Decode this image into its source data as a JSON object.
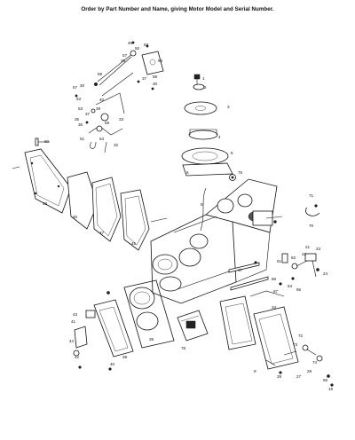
{
  "header": {
    "text": "Order by Part Number and Name, giving Motor Model and Serial Number."
  },
  "callouts": [
    {
      "id": "c1",
      "text": "49"
    },
    {
      "id": "c2",
      "text": "50"
    },
    {
      "id": "c3",
      "text": "63"
    },
    {
      "id": "c4",
      "text": "57"
    },
    {
      "id": "c5",
      "text": "36"
    },
    {
      "id": "c6",
      "text": "64"
    },
    {
      "id": "c7",
      "text": "58"
    },
    {
      "id": "c8",
      "text": "37"
    },
    {
      "id": "c9",
      "text": "30"
    },
    {
      "id": "c10",
      "text": "59"
    },
    {
      "id": "c11",
      "text": "57"
    },
    {
      "id": "c12",
      "text": "30"
    },
    {
      "id": "c13",
      "text": "53"
    },
    {
      "id": "c14",
      "text": "40"
    },
    {
      "id": "c15",
      "text": "53"
    },
    {
      "id": "c16",
      "text": "39"
    },
    {
      "id": "c17",
      "text": "37"
    },
    {
      "id": "c18",
      "text": "35"
    },
    {
      "id": "c19",
      "text": "36"
    },
    {
      "id": "c20",
      "text": "33"
    },
    {
      "id": "c21",
      "text": "58"
    },
    {
      "id": "c22",
      "text": "51"
    },
    {
      "id": "c23",
      "text": "54"
    },
    {
      "id": "c24",
      "text": "32"
    },
    {
      "id": "c25",
      "text": "60"
    },
    {
      "id": "c26",
      "text": "1"
    },
    {
      "id": "c27",
      "text": "2"
    },
    {
      "id": "c28",
      "text": "3"
    },
    {
      "id": "c29",
      "text": "4"
    },
    {
      "id": "c30",
      "text": "5"
    },
    {
      "id": "c31",
      "text": "6"
    },
    {
      "id": "c32",
      "text": "75"
    },
    {
      "id": "c33",
      "text": "8"
    },
    {
      "id": "c34",
      "text": "71"
    },
    {
      "id": "c35",
      "text": "70"
    },
    {
      "id": "c36",
      "text": "48"
    },
    {
      "id": "c37",
      "text": "46"
    },
    {
      "id": "c38",
      "text": "47"
    },
    {
      "id": "c39",
      "text": "45"
    },
    {
      "id": "c40",
      "text": "21"
    },
    {
      "id": "c41",
      "text": "23"
    },
    {
      "id": "c42",
      "text": "22"
    },
    {
      "id": "c43",
      "text": "24"
    },
    {
      "id": "c44",
      "text": "17"
    },
    {
      "id": "c45",
      "text": "61"
    },
    {
      "id": "c46",
      "text": "62"
    },
    {
      "id": "c47",
      "text": "66"
    },
    {
      "id": "c48",
      "text": "67"
    },
    {
      "id": "c49",
      "text": "64"
    },
    {
      "id": "c50",
      "text": "65"
    },
    {
      "id": "c51",
      "text": "43"
    },
    {
      "id": "c52",
      "text": "41"
    },
    {
      "id": "c53",
      "text": "44"
    },
    {
      "id": "c54",
      "text": "42"
    },
    {
      "id": "c55",
      "text": "40"
    },
    {
      "id": "c56",
      "text": "39"
    },
    {
      "id": "c57",
      "text": "38"
    },
    {
      "id": "c58",
      "text": "76"
    },
    {
      "id": "c59",
      "text": "34"
    },
    {
      "id": "c60",
      "text": "72"
    },
    {
      "id": "c61",
      "text": "73"
    },
    {
      "id": "c62",
      "text": "74"
    },
    {
      "id": "c63",
      "text": "27"
    },
    {
      "id": "c64",
      "text": "28"
    },
    {
      "id": "c65",
      "text": "29"
    },
    {
      "id": "c66",
      "text": "9"
    },
    {
      "id": "c67",
      "text": "56"
    },
    {
      "id": "c68",
      "text": "16"
    }
  ]
}
